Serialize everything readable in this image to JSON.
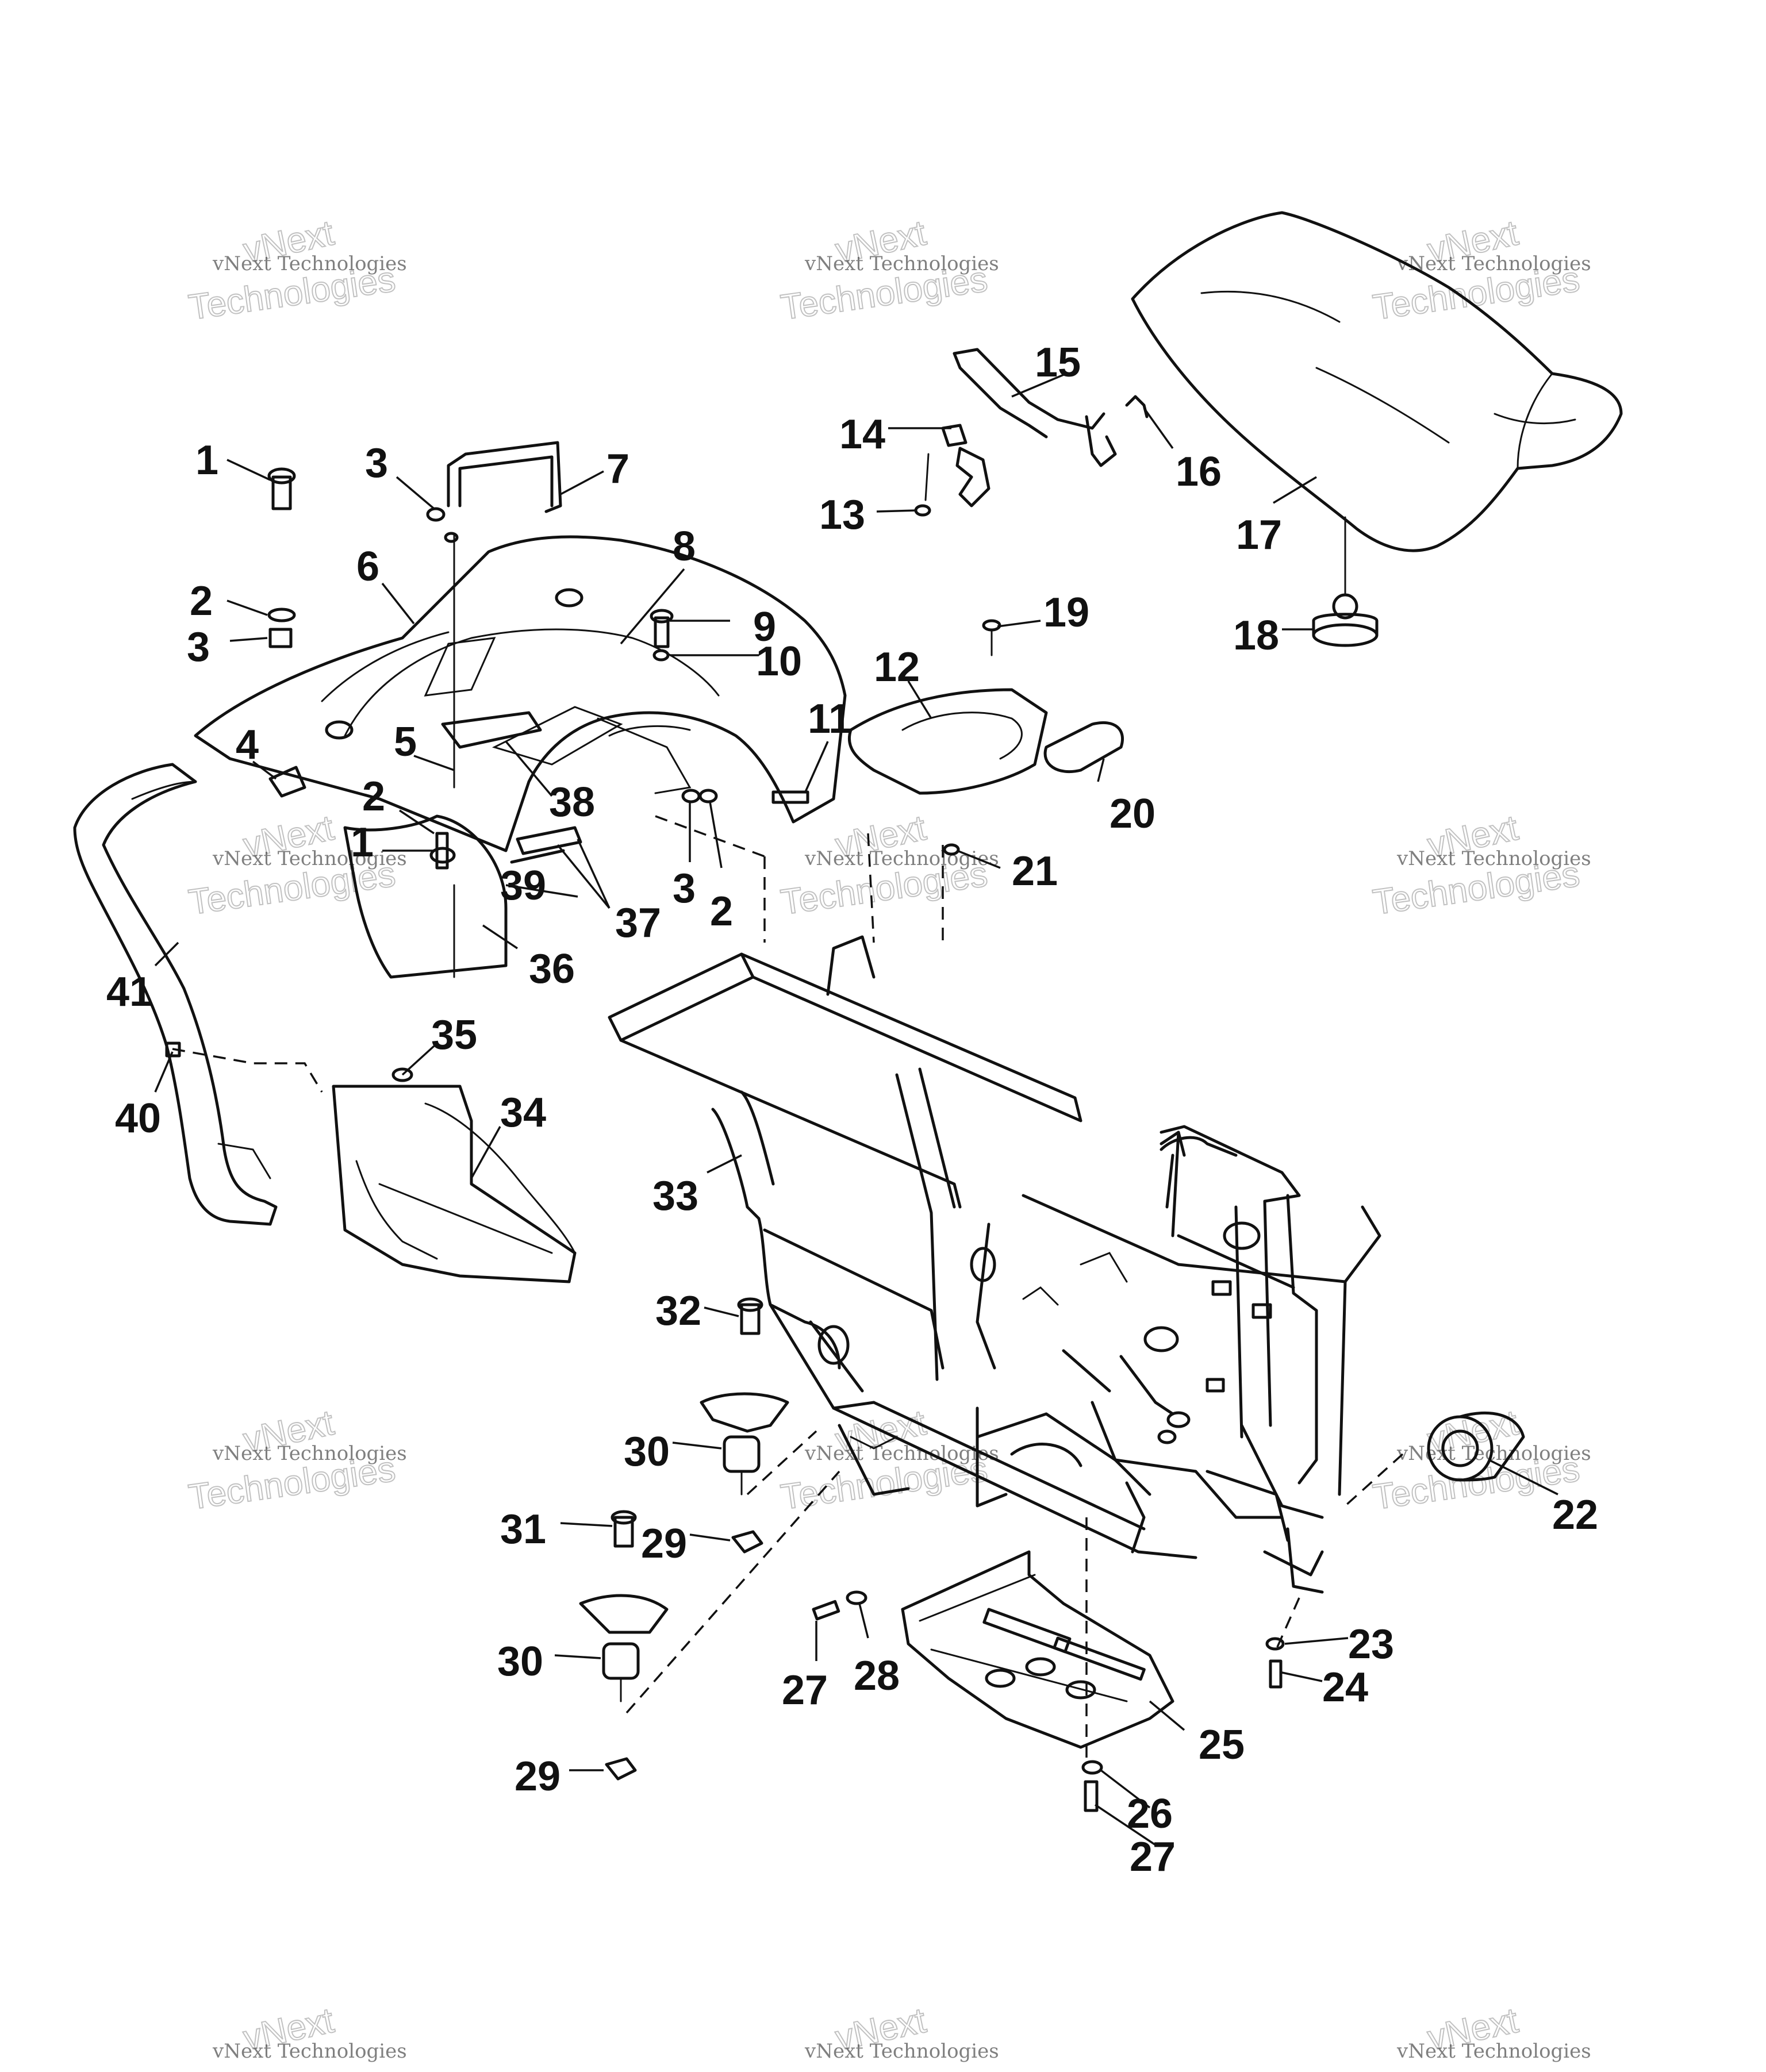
{
  "watermark": {
    "line1": "vNext",
    "line2": "vNext Technologies",
    "line3": "Technologies"
  },
  "callouts": [
    {
      "label": "1"
    },
    {
      "label": "3"
    },
    {
      "label": "7"
    },
    {
      "label": "2"
    },
    {
      "label": "3"
    },
    {
      "label": "6"
    },
    {
      "label": "8"
    },
    {
      "label": "9"
    },
    {
      "label": "10"
    },
    {
      "label": "11"
    },
    {
      "label": "12"
    },
    {
      "label": "19"
    },
    {
      "label": "4"
    },
    {
      "label": "5"
    },
    {
      "label": "2"
    },
    {
      "label": "1"
    },
    {
      "label": "38"
    },
    {
      "label": "3"
    },
    {
      "label": "2"
    },
    {
      "label": "39"
    },
    {
      "label": "37"
    },
    {
      "label": "36"
    },
    {
      "label": "41"
    },
    {
      "label": "35"
    },
    {
      "label": "40"
    },
    {
      "label": "34"
    },
    {
      "label": "15"
    },
    {
      "label": "14"
    },
    {
      "label": "16"
    },
    {
      "label": "13"
    },
    {
      "label": "17"
    },
    {
      "label": "18"
    },
    {
      "label": "20"
    },
    {
      "label": "21"
    },
    {
      "label": "33"
    },
    {
      "label": "32"
    },
    {
      "label": "30"
    },
    {
      "label": "31"
    },
    {
      "label": "29"
    },
    {
      "label": "30"
    },
    {
      "label": "29"
    },
    {
      "label": "27"
    },
    {
      "label": "28"
    },
    {
      "label": "25"
    },
    {
      "label": "26"
    },
    {
      "label": "27"
    },
    {
      "label": "23"
    },
    {
      "label": "24"
    },
    {
      "label": "22"
    }
  ]
}
